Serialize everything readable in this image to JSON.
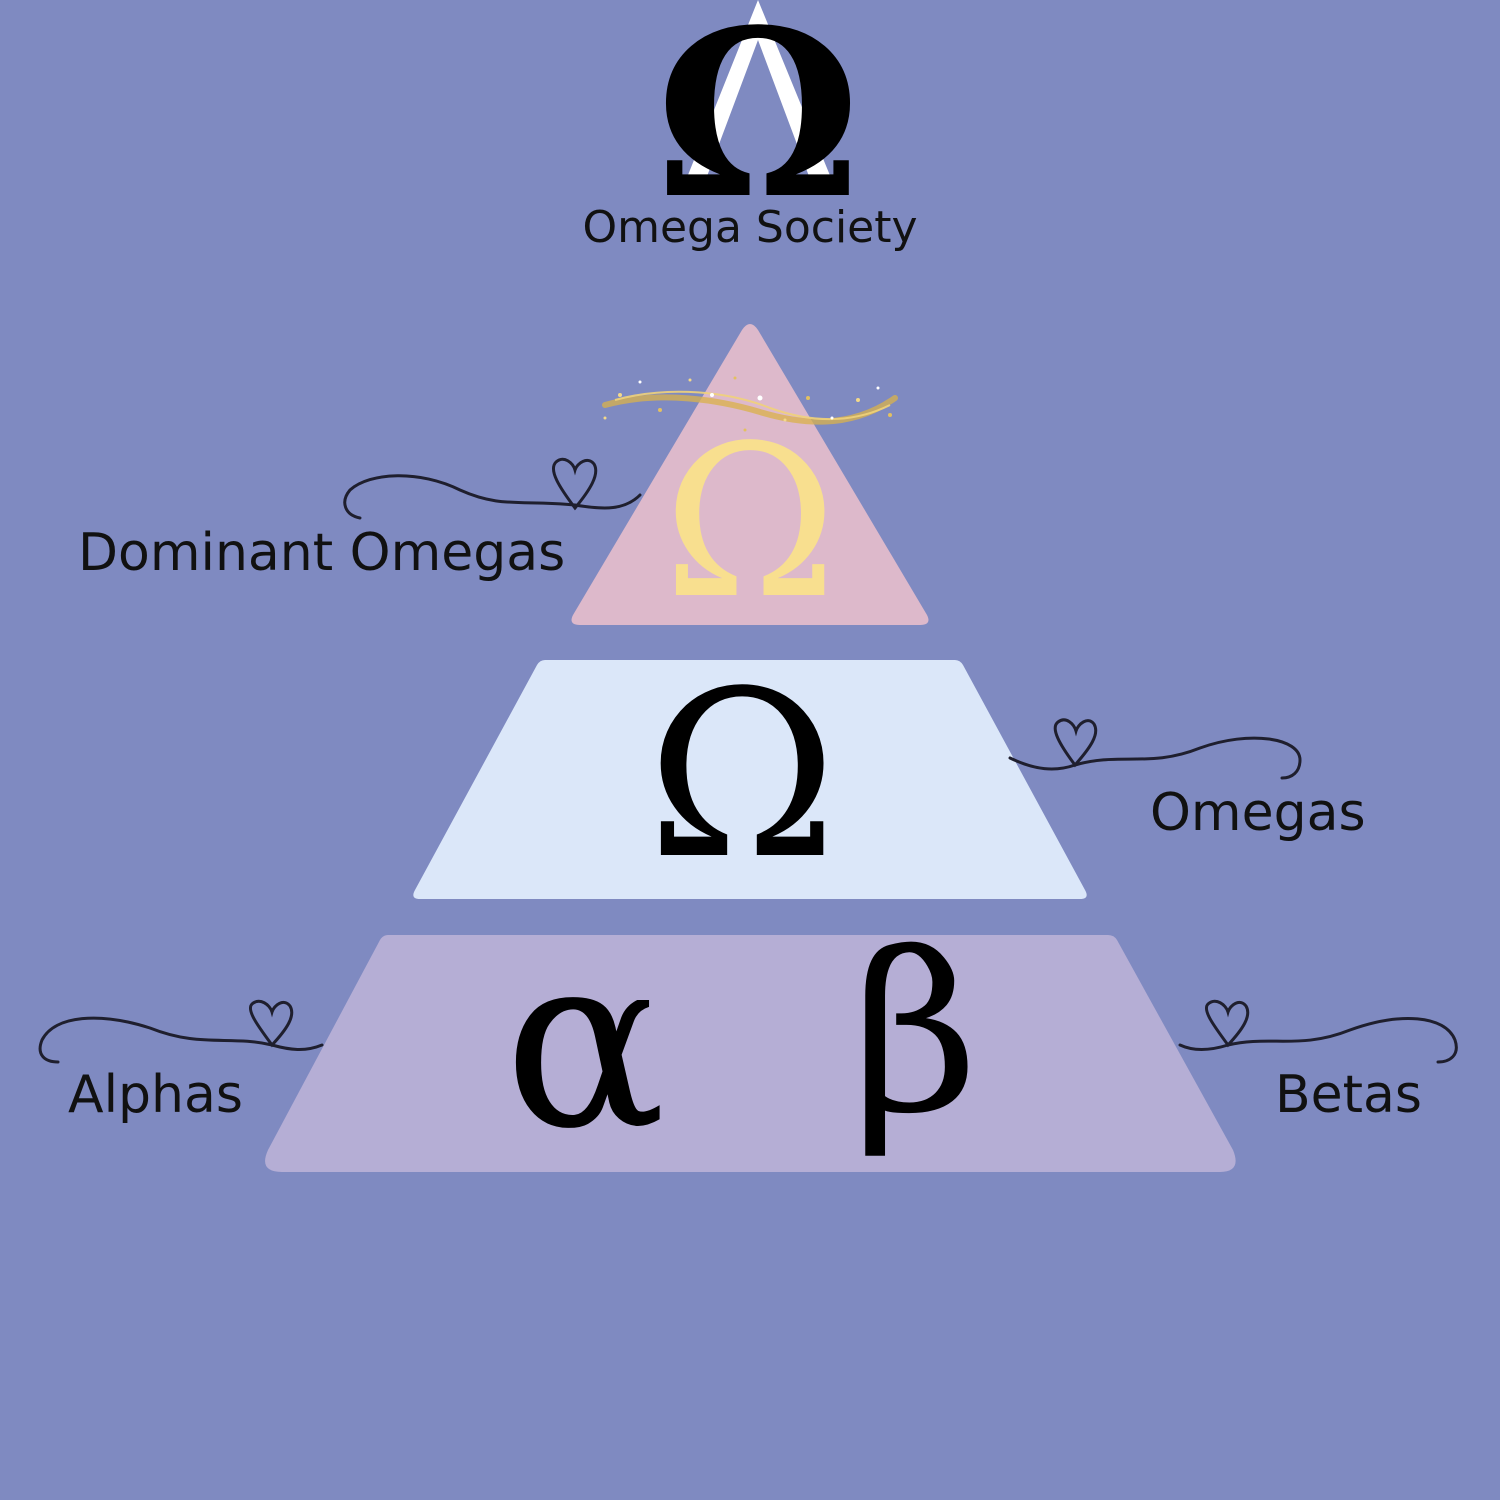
{
  "logo": {
    "symbol": "Ω",
    "name": "Omega Society",
    "colors": {
      "symbol": "#000000",
      "inner_triangle": "#ffffff"
    }
  },
  "pyramid": {
    "tiers": [
      {
        "label": "Dominant Omegas",
        "symbols": [
          "Ω"
        ],
        "fill": "#ddb9cb",
        "symbol_color": "#f8df8f",
        "decoration": "gold-sparkle-halo"
      },
      {
        "label": "Omegas",
        "symbols": [
          "Ω"
        ],
        "fill": "#dbe7f9",
        "symbol_color": "#000000"
      },
      {
        "labels": [
          "Alphas",
          "Betas"
        ],
        "symbols": [
          "α",
          "β"
        ],
        "fill": "#b5aed5",
        "symbol_color": "#000000"
      }
    ]
  },
  "colors": {
    "background": "#7f8ac1",
    "text": "#111111",
    "connector": "#1f1f2e",
    "halo": "#d9b24a"
  }
}
